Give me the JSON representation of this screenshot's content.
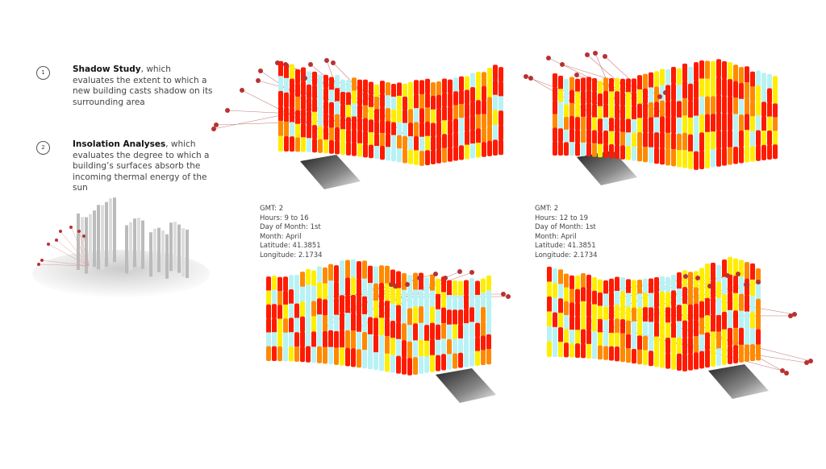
{
  "studies": [
    {
      "number": "1",
      "title": "Shadow Study",
      "description": ", which evaluates the extent to which a new building casts shadow on its surrounding area"
    },
    {
      "number": "2",
      "title": "Insolation Analyses",
      "description": ", which evaluates the degree to which a building’s surfaces absorb the incoming thermal energy of the sun"
    }
  ],
  "parameter_sets": [
    {
      "gmt": "GMT: 2",
      "hours": "Hours: 9 to 16",
      "day": "Day of Month: 1st",
      "month": "Month: April",
      "latitude": "Latitude: 41.3851",
      "longitude": "Longitude: 2.1734"
    },
    {
      "gmt": "GMT: 2",
      "hours": "Hours: 12 to 19",
      "day": "Day of Month: 1st",
      "month": "Month: April",
      "latitude": "Latitude: 41.3851",
      "longitude": "Longitude: 2.1734"
    }
  ],
  "colors": {
    "hot": "#ff1a00",
    "warm": "#ff8a00",
    "mild": "#ffee00",
    "cool": "#b8f2f5",
    "sun": "#b83232",
    "ray": "#c98080"
  }
}
